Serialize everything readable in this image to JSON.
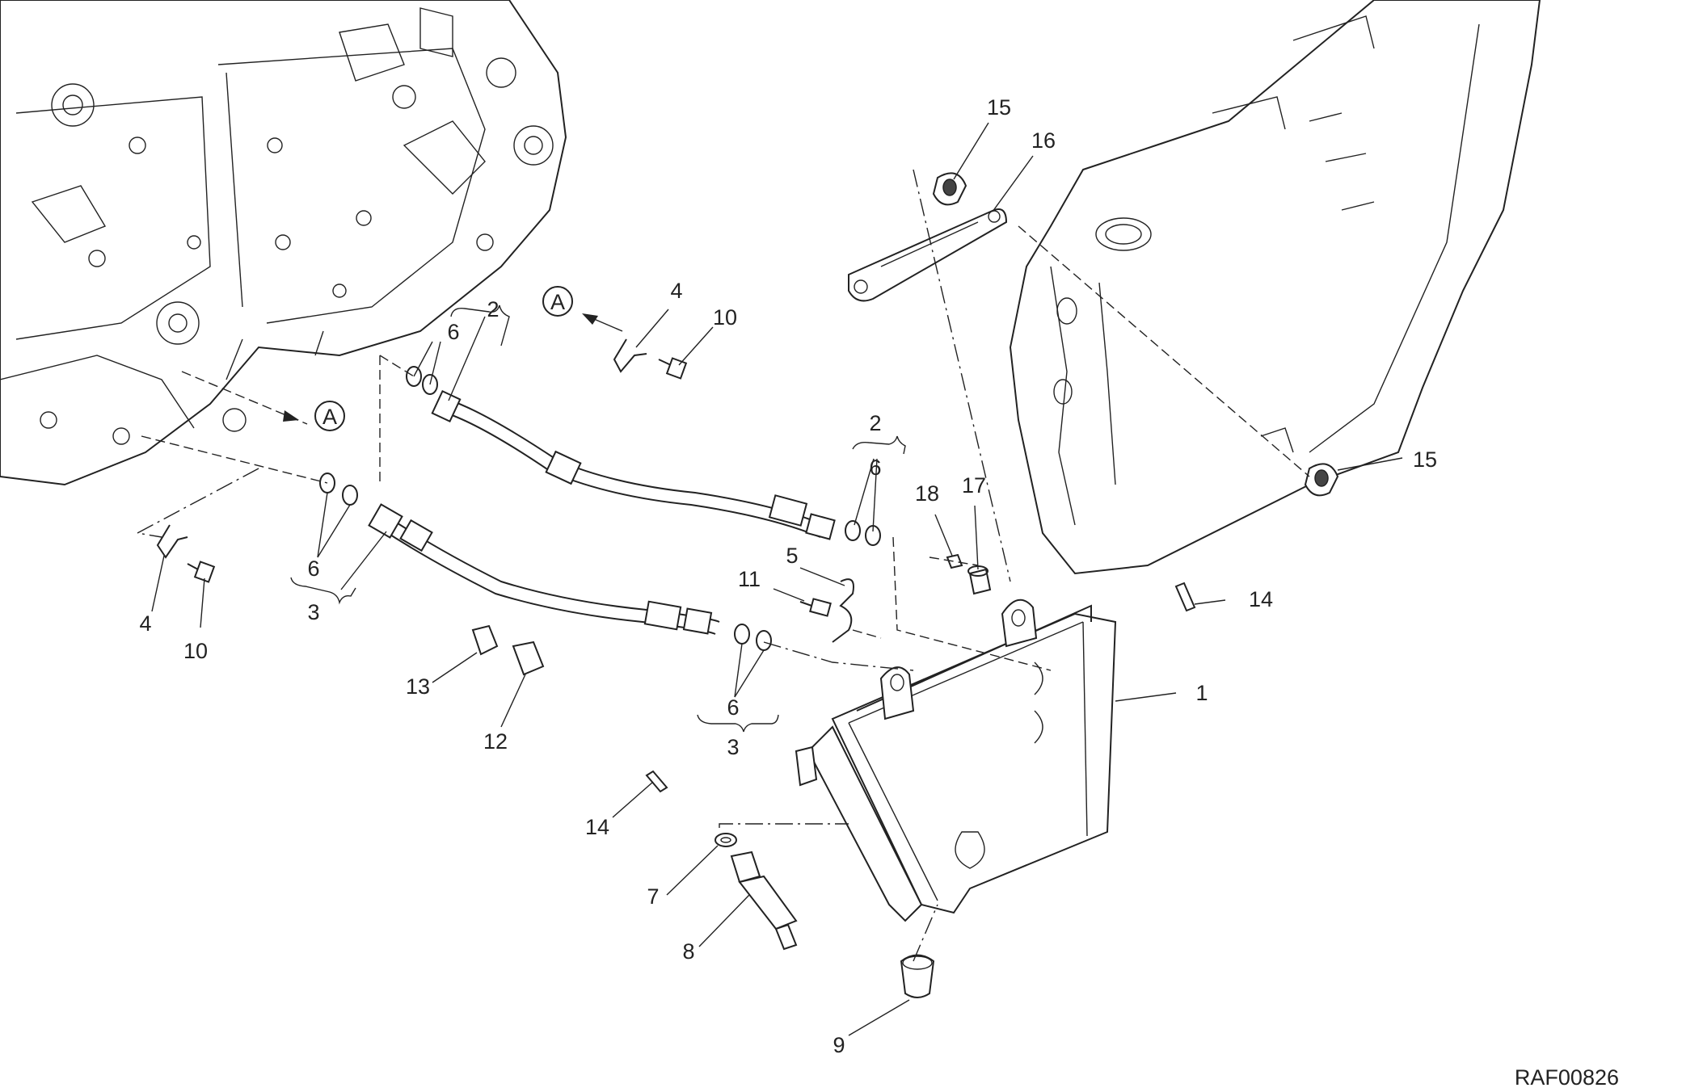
{
  "diagram": {
    "drawing_code": "RAF00826",
    "reference_letter": "A",
    "part_labels": {
      "p1": "1",
      "p2": "2",
      "p3": "3",
      "p4": "4",
      "p5": "5",
      "p6": "6",
      "p7": "7",
      "p8": "8",
      "p9": "9",
      "p10": "10",
      "p11": "11",
      "p12": "12",
      "p13": "13",
      "p14": "14",
      "p15": "15",
      "p16": "16",
      "p17": "17",
      "p18": "18"
    }
  }
}
